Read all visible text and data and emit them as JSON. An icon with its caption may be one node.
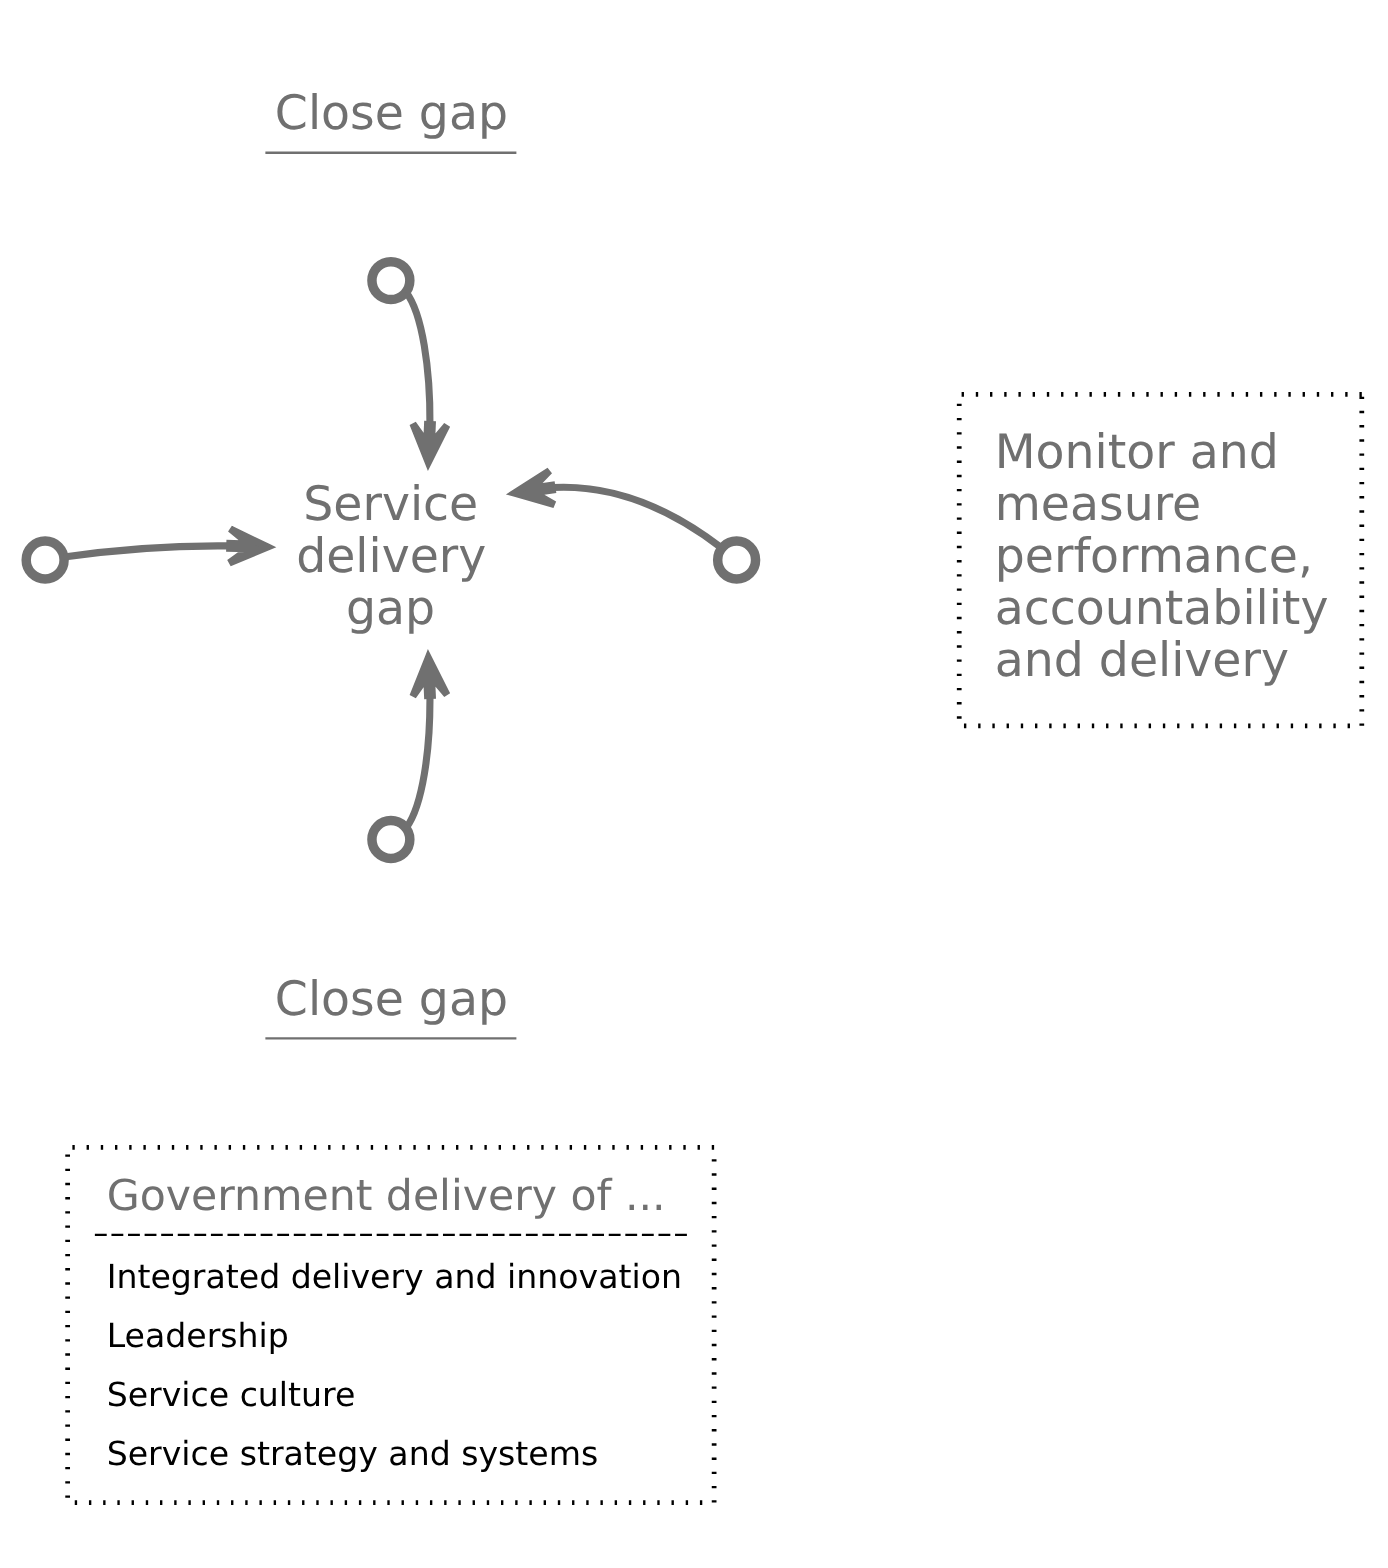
{
  "diagram": {
    "nodes": [
      {
        "text": [
          "Service delivery gap"
        ]
      },
      {
        "text": [],
        "shape": "circle",
        "beside": [
          "Close gap"
        ]
      },
      {
        "text": [],
        "shape": "circle"
      },
      {
        "text": [],
        "shape": "circle"
      },
      {
        "text": [],
        "shape": "circle",
        "beside": [
          "Close gap"
        ]
      },
      {
        "text": [
          "Monitor and measure performance, accountability and delivery"
        ]
      },
      {
        "text": [
          "Government delivery of ...",
          "Integrated delivery and innovation",
          "Leadership",
          "Service culture",
          "Service strategy and systems"
        ]
      }
    ],
    "edges": [
      {
        "from": 1,
        "to": 0,
        "arrow": "to"
      },
      {
        "from": 2,
        "to": 0,
        "arrow": "to"
      },
      {
        "from": 3,
        "to": 0,
        "arrow": "to"
      },
      {
        "from": 4,
        "to": 0,
        "arrow": "to"
      }
    ]
  }
}
